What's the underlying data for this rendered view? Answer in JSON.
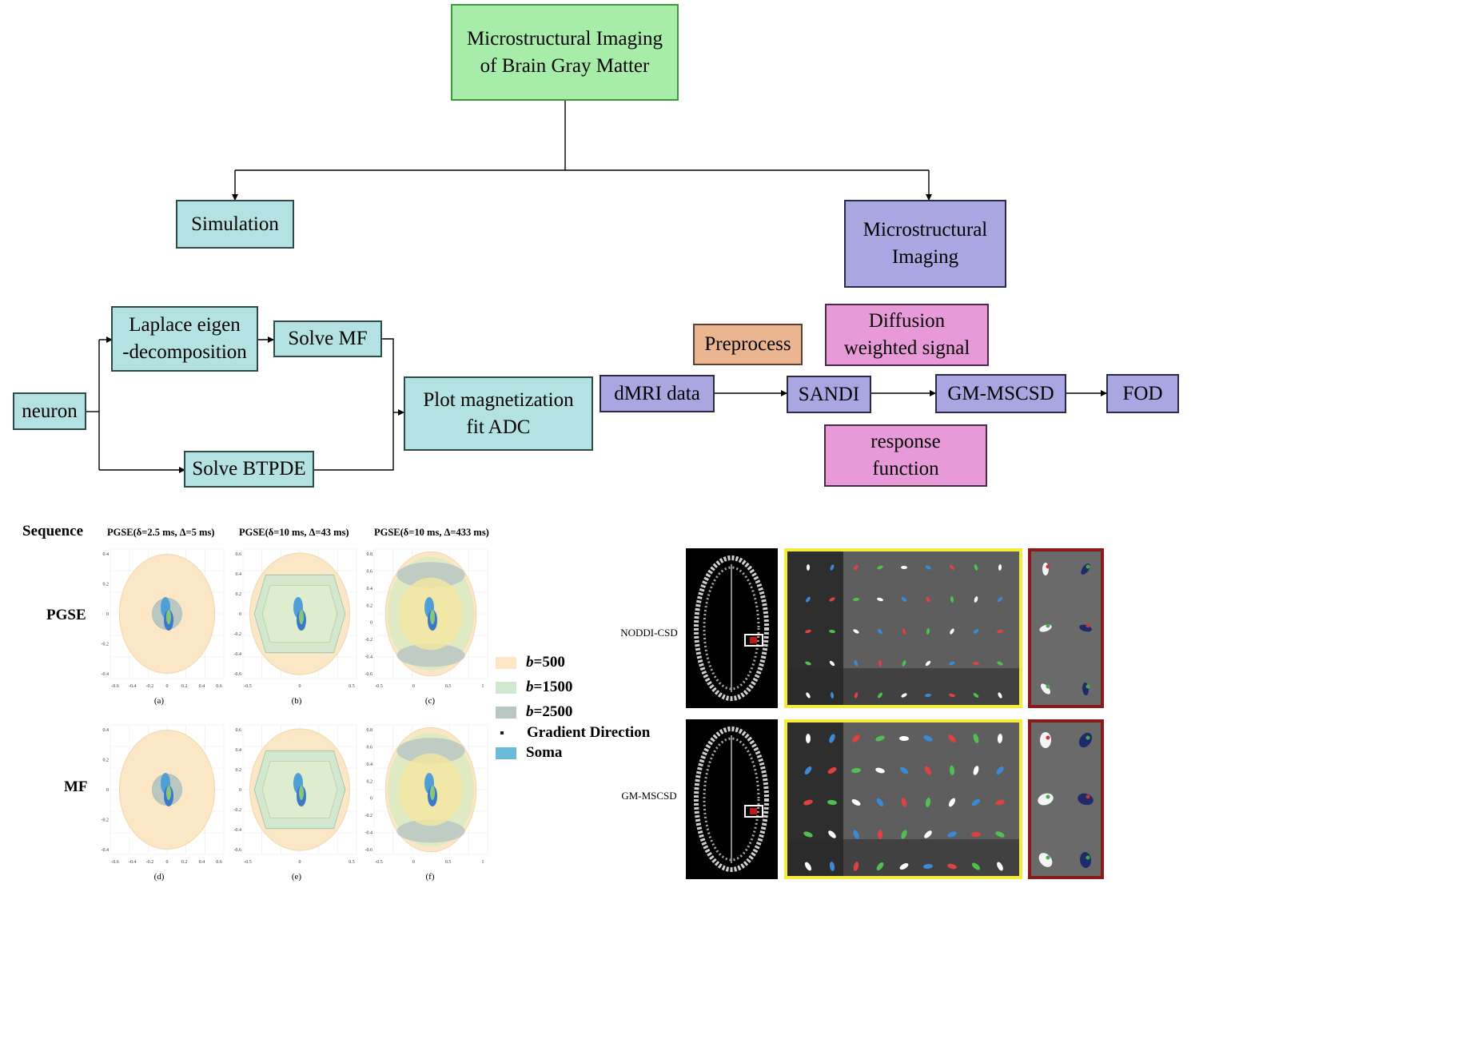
{
  "flowchart": {
    "root": "Microstructural  Imaging\nof Brain Gray Matter",
    "simulation": "Simulation",
    "microstructural_imaging": "Microstructural\nImaging",
    "neuron": "neuron",
    "laplace": "Laplace eigen\n-decomposition",
    "solve_mf": "Solve MF",
    "solve_btpde": "Solve BTPDE",
    "plot_fit": "Plot magnetization\nfit ADC",
    "dmri": "dMRI data",
    "preprocess": "Preprocess",
    "sandi": "SANDI",
    "diffusion_signal": "Diffusion\nweighted signal",
    "response_function": "response\nfunction",
    "gm_mscsd": "GM-MSCSD",
    "fod": "FOD",
    "colors": {
      "green": "#a8ecaa",
      "teal": "#b4e2e2",
      "purple": "#aaa6e2",
      "orange": "#ebb592",
      "pink": "#e89ad8"
    }
  },
  "simulation_figure": {
    "sequence_label": "Sequence",
    "column_headers": [
      "PGSE(δ=2.5 ms, Δ=5 ms)",
      "PGSE(δ=10 ms, Δ=43 ms)",
      "PGSE(δ=10 ms, Δ=433 ms)"
    ],
    "row_labels": [
      "PGSE",
      "MF"
    ],
    "captions": [
      "(a)",
      "(b)",
      "(c)",
      "(d)",
      "(e)",
      "(f)"
    ],
    "axis_ticks": {
      "col1_x": [
        "-0.6",
        "-0.4",
        "-0.2",
        "0",
        "0.2",
        "0.4",
        "0.6"
      ],
      "col1_y": [
        "0.4",
        "0.2",
        "0",
        "-0.2",
        "-0.4"
      ],
      "col2_x": [
        "-0.5",
        "0",
        "0.5"
      ],
      "col2_y": [
        "0.6",
        "0.4",
        "0.2",
        "0",
        "-0.2",
        "-0.4",
        "-0.6"
      ],
      "col3_x": [
        "-0.5",
        "0",
        "0.5",
        "1"
      ],
      "col3_y": [
        "0.8",
        "0.6",
        "0.4",
        "0.2",
        "0",
        "-0.2",
        "-0.4",
        "-0.6"
      ]
    },
    "legend": [
      {
        "label": "b=500",
        "color": "#fbe7c6"
      },
      {
        "label": "b=1500",
        "color": "#cfe8cf"
      },
      {
        "label": "b=2500",
        "color": "#b9c7c3"
      },
      {
        "label": "Gradient Direction",
        "color": "#222222"
      },
      {
        "label": "Soma",
        "color": "#6bbad8"
      }
    ]
  },
  "fod_figure": {
    "method_labels": [
      "NODDI-CSD",
      "GM-MSCSD"
    ],
    "colors": {
      "zoom_border": "#f4ec3a",
      "detail_border": "#8b1a1a"
    }
  }
}
